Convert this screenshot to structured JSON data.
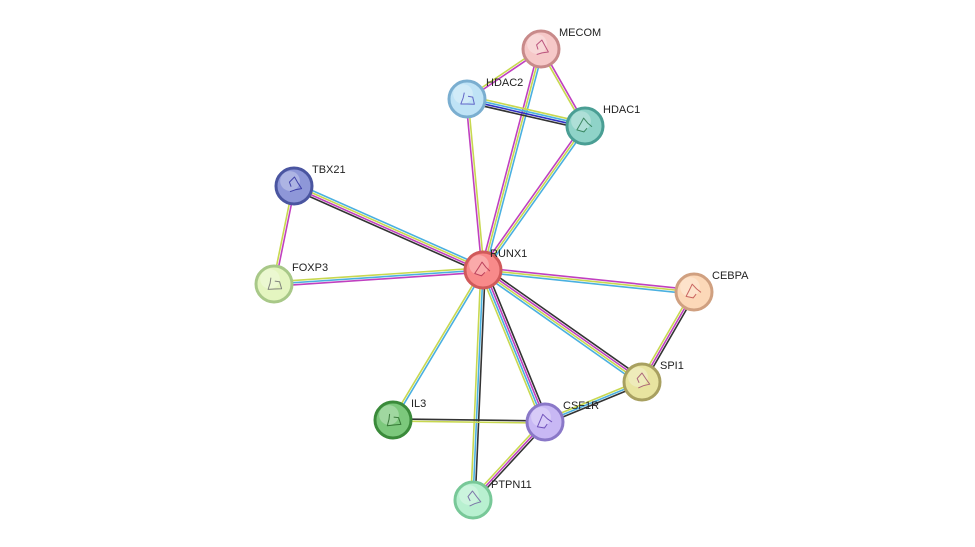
{
  "network": {
    "nodes": [
      {
        "id": "RUNX1",
        "label": "RUNX1",
        "fill": "#f88a8a",
        "stroke": "#d05a5a",
        "motif": "#b03050"
      },
      {
        "id": "MECOM",
        "label": "MECOM",
        "fill": "#f6c8c8",
        "stroke": "#c88a8a",
        "motif": "#b04070"
      },
      {
        "id": "HDAC2",
        "label": "HDAC2",
        "fill": "#bfe3f6",
        "stroke": "#7aaed0",
        "motif": "#5050c0"
      },
      {
        "id": "HDAC1",
        "label": "HDAC1",
        "fill": "#8fd3c8",
        "stroke": "#4a9e94",
        "motif": "#2a7a50"
      },
      {
        "id": "TBX21",
        "label": "TBX21",
        "fill": "#8e97d8",
        "stroke": "#4a55a0",
        "motif": "#3030a0"
      },
      {
        "id": "FOXP3",
        "label": "FOXP3",
        "fill": "#e4f5c0",
        "stroke": "#a8c888",
        "motif": "#707070"
      },
      {
        "id": "CEBPA",
        "label": "CEBPA",
        "fill": "#fcd8b8",
        "stroke": "#d0a080",
        "motif": "#c05050"
      },
      {
        "id": "SPI1",
        "label": "SPI1",
        "fill": "#e8e4a0",
        "stroke": "#a8a060",
        "motif": "#a05070"
      },
      {
        "id": "IL3",
        "label": "IL3",
        "fill": "#7cc87c",
        "stroke": "#3a8a3a",
        "motif": "#2a6a2a"
      },
      {
        "id": "CSF1R",
        "label": "CSF1R",
        "fill": "#c8b8f4",
        "stroke": "#8a78c8",
        "motif": "#6040b0"
      },
      {
        "id": "PTPN11",
        "label": "PTPN11",
        "fill": "#b8f0d0",
        "stroke": "#78c898",
        "motif": "#7060a0"
      }
    ],
    "edges": [
      {
        "source": "RUNX1",
        "target": "MECOM",
        "colors": [
          "#c040c0",
          "#c8d850",
          "#4ab0e0"
        ]
      },
      {
        "source": "RUNX1",
        "target": "HDAC2",
        "colors": [
          "#c040c0",
          "#c8d850"
        ]
      },
      {
        "source": "RUNX1",
        "target": "HDAC1",
        "colors": [
          "#c040c0",
          "#c8d850",
          "#4ab0e0"
        ]
      },
      {
        "source": "RUNX1",
        "target": "TBX21",
        "colors": [
          "#333333",
          "#c040c0",
          "#c8d850",
          "#4ab0e0"
        ]
      },
      {
        "source": "RUNX1",
        "target": "FOXP3",
        "colors": [
          "#c040c0",
          "#4ab0e0",
          "#c8d850"
        ]
      },
      {
        "source": "RUNX1",
        "target": "CEBPA",
        "colors": [
          "#c040c0",
          "#c8d850",
          "#4ab0e0"
        ]
      },
      {
        "source": "RUNX1",
        "target": "SPI1",
        "colors": [
          "#333333",
          "#c040c0",
          "#c8d850",
          "#4ab0e0"
        ]
      },
      {
        "source": "RUNX1",
        "target": "IL3",
        "colors": [
          "#4ab0e0",
          "#c8d850"
        ]
      },
      {
        "source": "RUNX1",
        "target": "CSF1R",
        "colors": [
          "#333333",
          "#c040c0",
          "#4ab0e0",
          "#c8d850"
        ]
      },
      {
        "source": "RUNX1",
        "target": "PTPN11",
        "colors": [
          "#333333",
          "#4ab0e0",
          "#c8d850"
        ]
      },
      {
        "source": "MECOM",
        "target": "HDAC2",
        "colors": [
          "#c040c0",
          "#c8d850"
        ]
      },
      {
        "source": "MECOM",
        "target": "HDAC1",
        "colors": [
          "#c040c0",
          "#c8d850"
        ]
      },
      {
        "source": "HDAC2",
        "target": "HDAC1",
        "colors": [
          "#c8d850",
          "#4ab0e0",
          "#3030c0",
          "#333333"
        ]
      },
      {
        "source": "TBX21",
        "target": "FOXP3",
        "colors": [
          "#c040c0",
          "#c8d850"
        ]
      },
      {
        "source": "CEBPA",
        "target": "SPI1",
        "colors": [
          "#333333",
          "#c040c0",
          "#c8d850"
        ]
      },
      {
        "source": "SPI1",
        "target": "CSF1R",
        "colors": [
          "#333333",
          "#4ab0e0",
          "#c8d850"
        ]
      },
      {
        "source": "IL3",
        "target": "CSF1R",
        "colors": [
          "#333333",
          "#c8d850"
        ]
      },
      {
        "source": "CSF1R",
        "target": "PTPN11",
        "colors": [
          "#333333",
          "#c040c0",
          "#c8d850"
        ]
      }
    ]
  }
}
